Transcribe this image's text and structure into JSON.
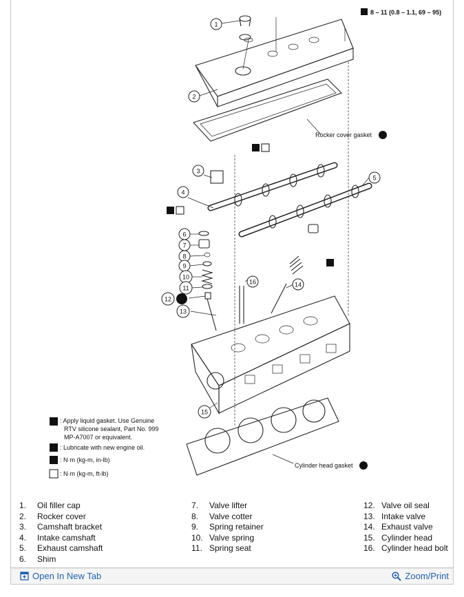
{
  "torque_top": "8 – 11 (0.8 – 1.1, 69 – 95)",
  "callouts": [
    "1",
    "2",
    "3",
    "4",
    "5",
    "6",
    "7",
    "8",
    "9",
    "10",
    "11",
    "12",
    "13",
    "14",
    "15",
    "16"
  ],
  "labels": {
    "rocker_cover_gasket": "Rocker cover gasket",
    "cylinder_head_gasket": "Cylinder head gasket"
  },
  "legend": {
    "liquid_gasket_1": ": Apply liquid gasket.  Use Genuine",
    "liquid_gasket_2": "RTV silicone sealant, Part No. 999",
    "liquid_gasket_3": "MP-A7007 or equivalent.",
    "lubricate": ": Lubricate with new engine oil.",
    "nm_in_lb": ": N·m (kg-m, in-lb)",
    "nm_ft_lb": ": N·m (kg-m, ft-lb)"
  },
  "parts": {
    "col1": [
      {
        "num": "1.",
        "name": "Oil filler cap"
      },
      {
        "num": "2.",
        "name": "Rocker cover"
      },
      {
        "num": "3.",
        "name": "Camshaft bracket"
      },
      {
        "num": "4.",
        "name": "Intake camshaft"
      },
      {
        "num": "5.",
        "name": "Exhaust camshaft"
      },
      {
        "num": "6.",
        "name": "Shim"
      }
    ],
    "col2": [
      {
        "num": "7.",
        "name": "Valve lifter"
      },
      {
        "num": "8.",
        "name": "Valve cotter"
      },
      {
        "num": "9.",
        "name": "Spring retainer"
      },
      {
        "num": "10.",
        "name": "Valve spring"
      },
      {
        "num": "11.",
        "name": "Spring seat"
      }
    ],
    "col3": [
      {
        "num": "12.",
        "name": "Valve oil seal"
      },
      {
        "num": "13.",
        "name": "Intake valve"
      },
      {
        "num": "14.",
        "name": "Exhaust valve"
      },
      {
        "num": "15.",
        "name": "Cylinder head"
      },
      {
        "num": "16.",
        "name": "Cylinder head bolt"
      }
    ]
  },
  "footer": {
    "open_tab": "Open In New Tab",
    "zoom_print": "Zoom/Print"
  },
  "colors": {
    "link": "#1f5fae",
    "line": "#222222"
  }
}
